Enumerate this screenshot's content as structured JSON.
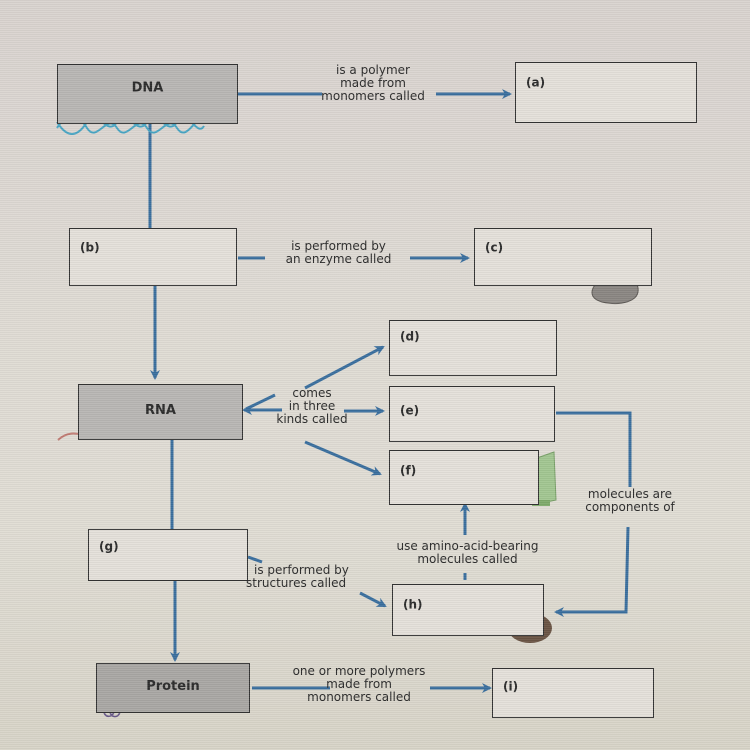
{
  "diagram": {
    "nodes": {
      "dna": "DNA",
      "a": "(a)",
      "b": "(b)",
      "c": "(c)",
      "d": "(d)",
      "e": "(e)",
      "f": "(f)",
      "rna": "RNA",
      "g": "(g)",
      "h": "(h)",
      "protein": "Protein",
      "i": "(i)"
    },
    "captions": {
      "dna_to_a": [
        "is a polymer",
        "made from",
        "monomers called"
      ],
      "b_to_c": [
        "is performed by",
        "an enzyme called"
      ],
      "rna_kinds": [
        "comes",
        "in three",
        "kinds called"
      ],
      "e_to_h": [
        "molecules are",
        "components of"
      ],
      "h_to_f": [
        "use amino-acid-bearing",
        "molecules called"
      ],
      "g_to_h": [
        "is performed by",
        "structures called"
      ],
      "protein_to_i": [
        "one or more polymers",
        "made from",
        "monomers called"
      ]
    },
    "colors": {
      "arrow": "#3a6f9e",
      "dna_helix": "#4aa6c4",
      "rna_strand": "#c07a72",
      "protein_coil": "#6a5a8a",
      "trna": "#9cc48a",
      "enzyme": "#8a8682",
      "ribosome": "#6a5444"
    }
  }
}
